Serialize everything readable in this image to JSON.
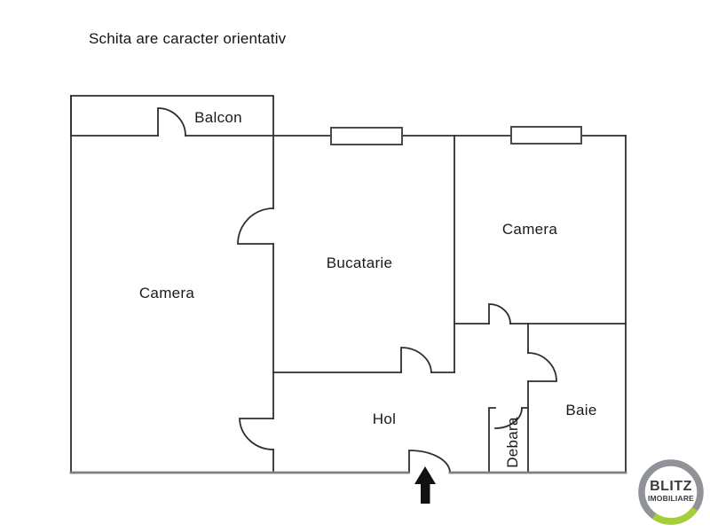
{
  "note": "Schita are caracter orientativ",
  "rooms": {
    "balcon": "Balcon",
    "camera_left": "Camera",
    "bucatarie": "Bucatarie",
    "camera_right": "Camera",
    "hol": "Hol",
    "baie": "Baie",
    "debara": "Debara"
  },
  "logo": {
    "line1": "BLITZ",
    "line2": "IMOBILIARE",
    "ring_color": "#8f9296",
    "accent_color": "#a6ce39",
    "text_color": "#3b3b3d"
  },
  "colors": {
    "background": "#ffffff",
    "wall": "#2e2e2e",
    "outer_bottom_wall": "#7f7f7f",
    "window_frame": "#4a4a4a",
    "arrow": "#111111",
    "text": "#1a1a1a"
  },
  "entrance_arrow_direction": "up"
}
